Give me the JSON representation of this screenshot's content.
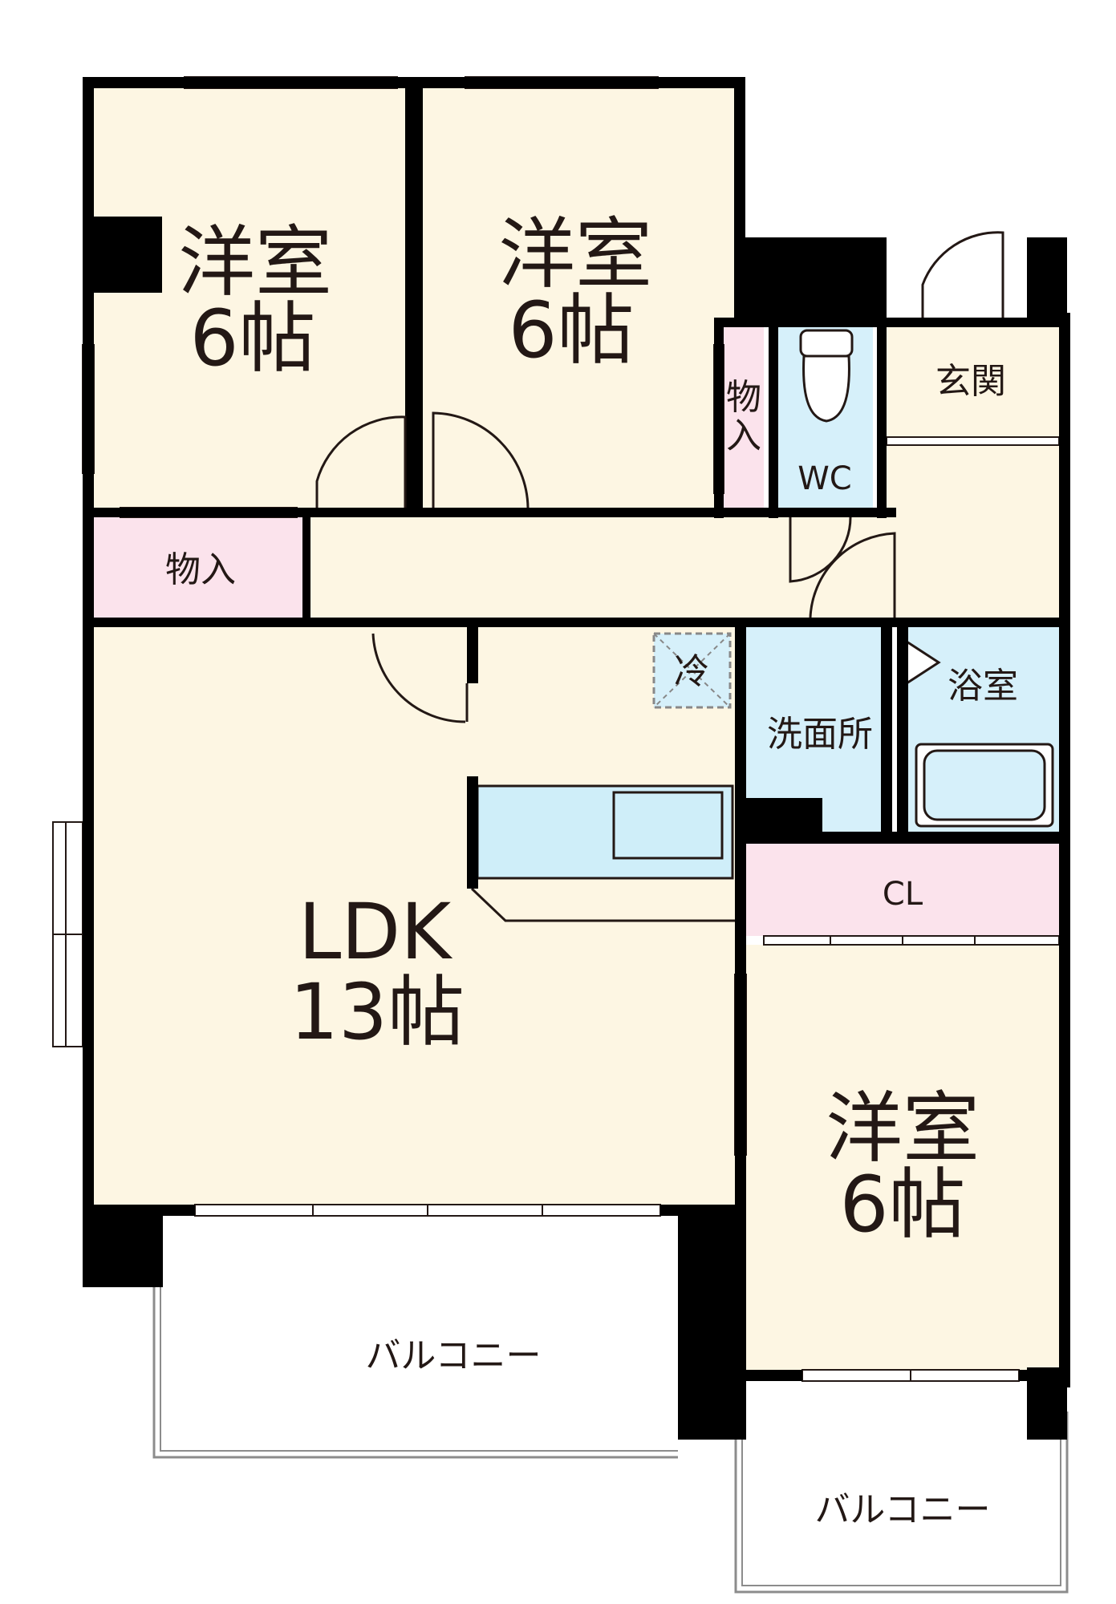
{
  "floorplan": {
    "rooms": {
      "bedroom_nw": {
        "name": "洋室",
        "size": "6帖"
      },
      "bedroom_n": {
        "name": "洋室",
        "size": "6帖"
      },
      "bedroom_se": {
        "name": "洋室",
        "size": "6帖"
      },
      "ldk": {
        "name": "LDK",
        "size": "13帖"
      },
      "storage_small": "物\n入",
      "storage_small_chars": [
        "物",
        "入"
      ],
      "storage_west": "物入",
      "wc": "WC",
      "entrance": "玄関",
      "washroom": "洗面所",
      "bathroom": "浴室",
      "closet": "CL",
      "fridge": "冷",
      "balcony_main": "バルコニー",
      "balcony_se": "バルコニー"
    },
    "colors": {
      "floor": "#fdf6e3",
      "wet_area": "#d6f0fa",
      "storage": "#fbe3ec",
      "wall": "#000000",
      "fixture": "#cfeef9"
    }
  }
}
